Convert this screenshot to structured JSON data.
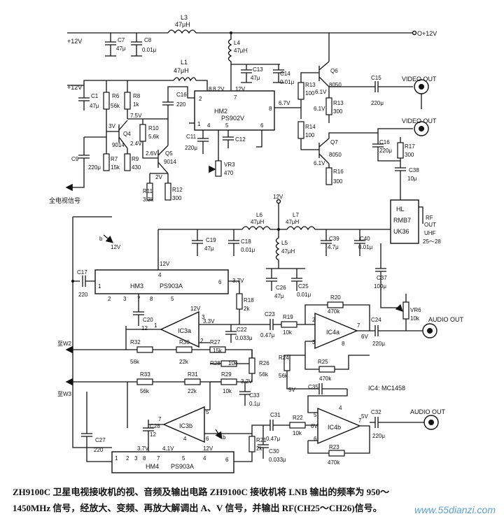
{
  "caption": {
    "line1": "ZH9100C 卫星电视接收机的视、音频及输出电路    ZH9100C 接收机将 LNB 输出的频率为 950～",
    "line2": "1450MHz 信号，经放大、变频、再放大解调出 A、V 信号，并输出 RF(CH25～CH26)信号。"
  },
  "watermark": "www.55dianzi.com",
  "rails": {
    "v12_left": "+12V",
    "v12_right": "O+12V",
    "v12_mid": "+12V",
    "v12_top2": "12V",
    "v12_b": "12V"
  },
  "inductors": {
    "L3": "L3",
    "L3v": "47μH",
    "L4": "L4",
    "L4v": "47μH",
    "L1": "L1",
    "L1v": "47μH",
    "L6": "L6",
    "L6v": "47μH",
    "L7": "L7",
    "L7v": "47μH",
    "L5": "L5",
    "L5v": "47μH"
  },
  "caps": {
    "C7": "C7",
    "C7v": "47μ",
    "C8": "C8",
    "C8v": "0.01μ",
    "C13": "C13",
    "C13v": "47μ",
    "C14": "C14",
    "C14v": "0.01μ",
    "C1": "C1",
    "C1v": "47μ",
    "C16": "C16",
    "C16v": "220",
    "C11": "C11",
    "C11v": "220μ",
    "C12": "C12",
    "C9": "C9",
    "C9v": "220μ",
    "C15": "C15",
    "C15v": "220μ",
    "C16b": "C16",
    "C16bv": "220μ",
    "C38": "C38",
    "C38v": "10μ",
    "C19": "C19",
    "C19v": "47μ",
    "C18": "C18",
    "C18v": "0.01μ",
    "C39": "C39",
    "C39v": "4.7μ",
    "C40": "C40",
    "C40v": "0.01μ",
    "C37": "C37",
    "C37v": "100μ",
    "C17": "C17",
    "C17v": "220",
    "C26": "C26",
    "C26v": "47μ",
    "C25": "C25",
    "C25v": "0.01μ",
    "C20": "C20",
    "C20v": "12",
    "C23": "C23",
    "C23v": "0.47μ",
    "C22": "C22",
    "C22v": "0.033μ",
    "C24": "C24",
    "C24v": "220μ",
    "C35": "C35",
    "C33": "C33",
    "C33v": "0.1μ",
    "C28": "C28",
    "C28v": "12",
    "C27": "C27",
    "C27v": "220",
    "C31": "C31",
    "C31v": "0.47μ",
    "C30": "C30",
    "C30v": "0.033μ",
    "C32": "C32",
    "C32v": "220μ"
  },
  "resistors": {
    "R6": "R6",
    "R6v": "56k",
    "R8": "R8",
    "R8v": "1k",
    "R10": "R10",
    "R10v": "5.6k",
    "R7": "R7",
    "R7v": "15k",
    "R9": "R9",
    "R9v": "430",
    "R11": "R11",
    "R11v": "3.3k",
    "R12": "R12",
    "R12v": "300",
    "R13a": "R13",
    "R13av": "100",
    "R13b": "R13",
    "R13bv": "300",
    "R14": "R14",
    "R14v": "100",
    "R16": "R16",
    "R16v": "300",
    "R17": "R17",
    "R17v": "300",
    "R18": "R18",
    "R18v": "2k",
    "R20": "R20",
    "R20v": "470k",
    "R19": "R19",
    "R19v": "10k",
    "R32": "R32",
    "R32v": "56k",
    "R30": "R30",
    "R30v": "22k",
    "R27": "R27",
    "R27v": "15k",
    "R28": "R28",
    "R28v": "10k",
    "R26": "R26",
    "R26v": "56k",
    "R24": "R24",
    "R24v": "56k",
    "R25": "R25",
    "R25v": "470k",
    "R33": "R33",
    "R33v": "56k",
    "R31": "R31",
    "R31v": "22k",
    "R29": "R29",
    "R29v": "10k",
    "R21": "R21",
    "R21v": "2k",
    "R22": "R22",
    "R22v": "10k",
    "R23": "R23",
    "R23v": "470k"
  },
  "transistors": {
    "Q4": "Q4",
    "Q4t": "9014",
    "Q5": "Q5",
    "Q5t": "9014",
    "Q6": "Q6",
    "Q6t": "8050",
    "Q7": "Q7",
    "Q7t": "8050"
  },
  "ics": {
    "HM2": "HM2",
    "HM2t": "PS902V",
    "HM3": "HM3",
    "HM3t": "PS903A",
    "HM4": "HM4",
    "HM4t": "PS903A",
    "IC3a": "IC3a",
    "IC3b": "IC3b",
    "IC4a": "IC4a",
    "IC4b": "IC4b",
    "IC4": "IC4: MC1458",
    "modulator1": "HL",
    "modulator2": "RMB7",
    "modulator3": "UK36",
    "rf1": "RF",
    "rf2": "OUT",
    "rf3": "UHF",
    "rf4": "25～28"
  },
  "pots": {
    "VR3": "VR3",
    "VR3v": "470",
    "VR6": "VR6",
    "VR6v": "10k"
  },
  "ports": {
    "video_out_1": "VIDEO OUT",
    "video_out_2": "VIDEO OUT",
    "audio_out_1": "AUDIO OUT",
    "audio_out_2": "AUDIO OUT",
    "video_in": "全电视信号",
    "to_w2": "至W2",
    "to_w3": "至W3"
  },
  "voltages": {
    "v3": "3V",
    "v75": "7.5V",
    "v24": "2.4V",
    "v26": "2.6V",
    "v2": "2V",
    "v82": "8.2V",
    "v12a": "12V",
    "v67": "6.7V",
    "v61a": "6.1V",
    "v61b": "6.1V",
    "v61c": "6.1V",
    "v37a": "3.7V",
    "v33": "3.3V",
    "v6a": "6V",
    "v5": "5V",
    "v32": "3.2V",
    "v6b": "6V",
    "v5b": "5V",
    "v37b": "3.7V",
    "v41": "4.1V",
    "v12b": "12V"
  },
  "pins": {
    "hm2_8": "8",
    "hm2_7": "7",
    "hm2_1": "1",
    "hm2_2": "2",
    "hm2_4": "4",
    "hm2_5": "5",
    "hm2_6": "6",
    "hm2_8b": "8",
    "hm3_1": "1",
    "hm3_2": "2",
    "hm3_3": "3",
    "hm3_7": "7",
    "hm3_8": "8",
    "hm3_5": "5",
    "hm3_4": "4",
    "hm3_6": "6",
    "hm4_1": "1",
    "hm4_2": "2",
    "hm4_3": "3",
    "hm4_8": "8",
    "hm4_7": "7",
    "hm4_5": "5",
    "hm4_4": "4",
    "hm4_6": "6",
    "ic3a_3": "3",
    "ic3a_1": "1",
    "ic3a_2": "2",
    "ic3b_5": "5",
    "ic3b_6": "6",
    "ic3b_7": "7",
    "ic3b_4": "4",
    "ic4a_2": "2",
    "ic4a_3": "3",
    "ic4a_7": "7",
    "ic4a_8": "8",
    "ic4b_4": "4",
    "ic4b_5": "5",
    "ic4b_6": "6",
    "ic4b_7": "7",
    "b1": "b",
    "b2": "b"
  }
}
